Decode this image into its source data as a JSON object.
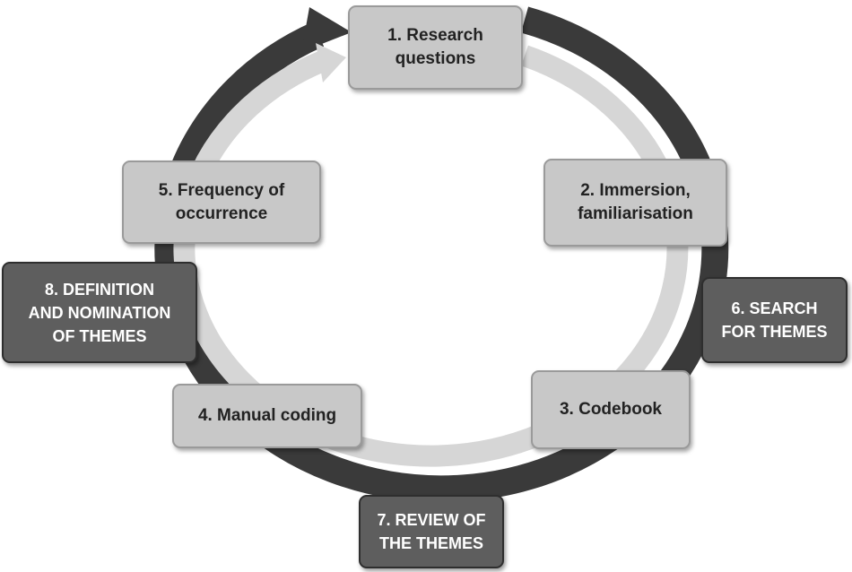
{
  "diagram": {
    "inner_cycle": [
      {
        "id": "b1",
        "label": "1. Research\nquestions"
      },
      {
        "id": "b2",
        "label": "2. Immersion,\nfamiliarisation"
      },
      {
        "id": "b3",
        "label": "3. Codebook"
      },
      {
        "id": "b4",
        "label": "4. Manual coding"
      },
      {
        "id": "b5",
        "label": "5. Frequency of\noccurrence"
      }
    ],
    "outer_cycle": [
      {
        "id": "b6",
        "label": "6. SEARCH\nFOR THEMES"
      },
      {
        "id": "b7",
        "label": "7. REVIEW OF\nTHE THEMES"
      },
      {
        "id": "b8",
        "label": "8. DEFINITION\nAND NOMINATION\nOF THEMES"
      }
    ],
    "colors": {
      "outer_ring": "#3a3a3a",
      "inner_ring": "#d6d6d6",
      "light_box": "#c8c8c8",
      "dark_box": "#5e5e5e"
    }
  }
}
